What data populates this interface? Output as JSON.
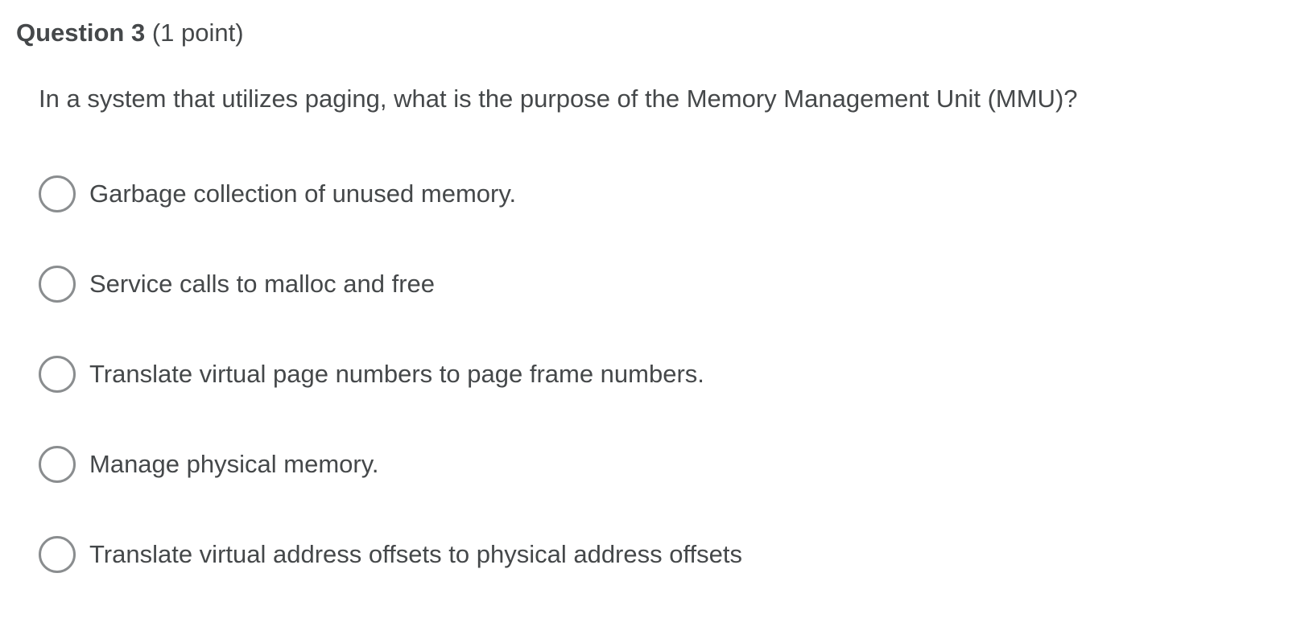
{
  "question": {
    "number_label": "Question 3",
    "points_label": "(1 point)",
    "text": "In a system that utilizes paging, what is the purpose of the Memory Management Unit (MMU)?",
    "options": [
      {
        "label": "Garbage collection of unused memory.",
        "selected": false
      },
      {
        "label": "Service calls to malloc and free",
        "selected": false
      },
      {
        "label": "Translate virtual page numbers to page frame numbers.",
        "selected": false
      },
      {
        "label": "Manage physical memory.",
        "selected": false
      },
      {
        "label": "Translate virtual address offsets to physical address offsets",
        "selected": false
      }
    ]
  },
  "colors": {
    "text": "#45484a",
    "radio_border": "#8a8d8f",
    "background": "#ffffff"
  }
}
